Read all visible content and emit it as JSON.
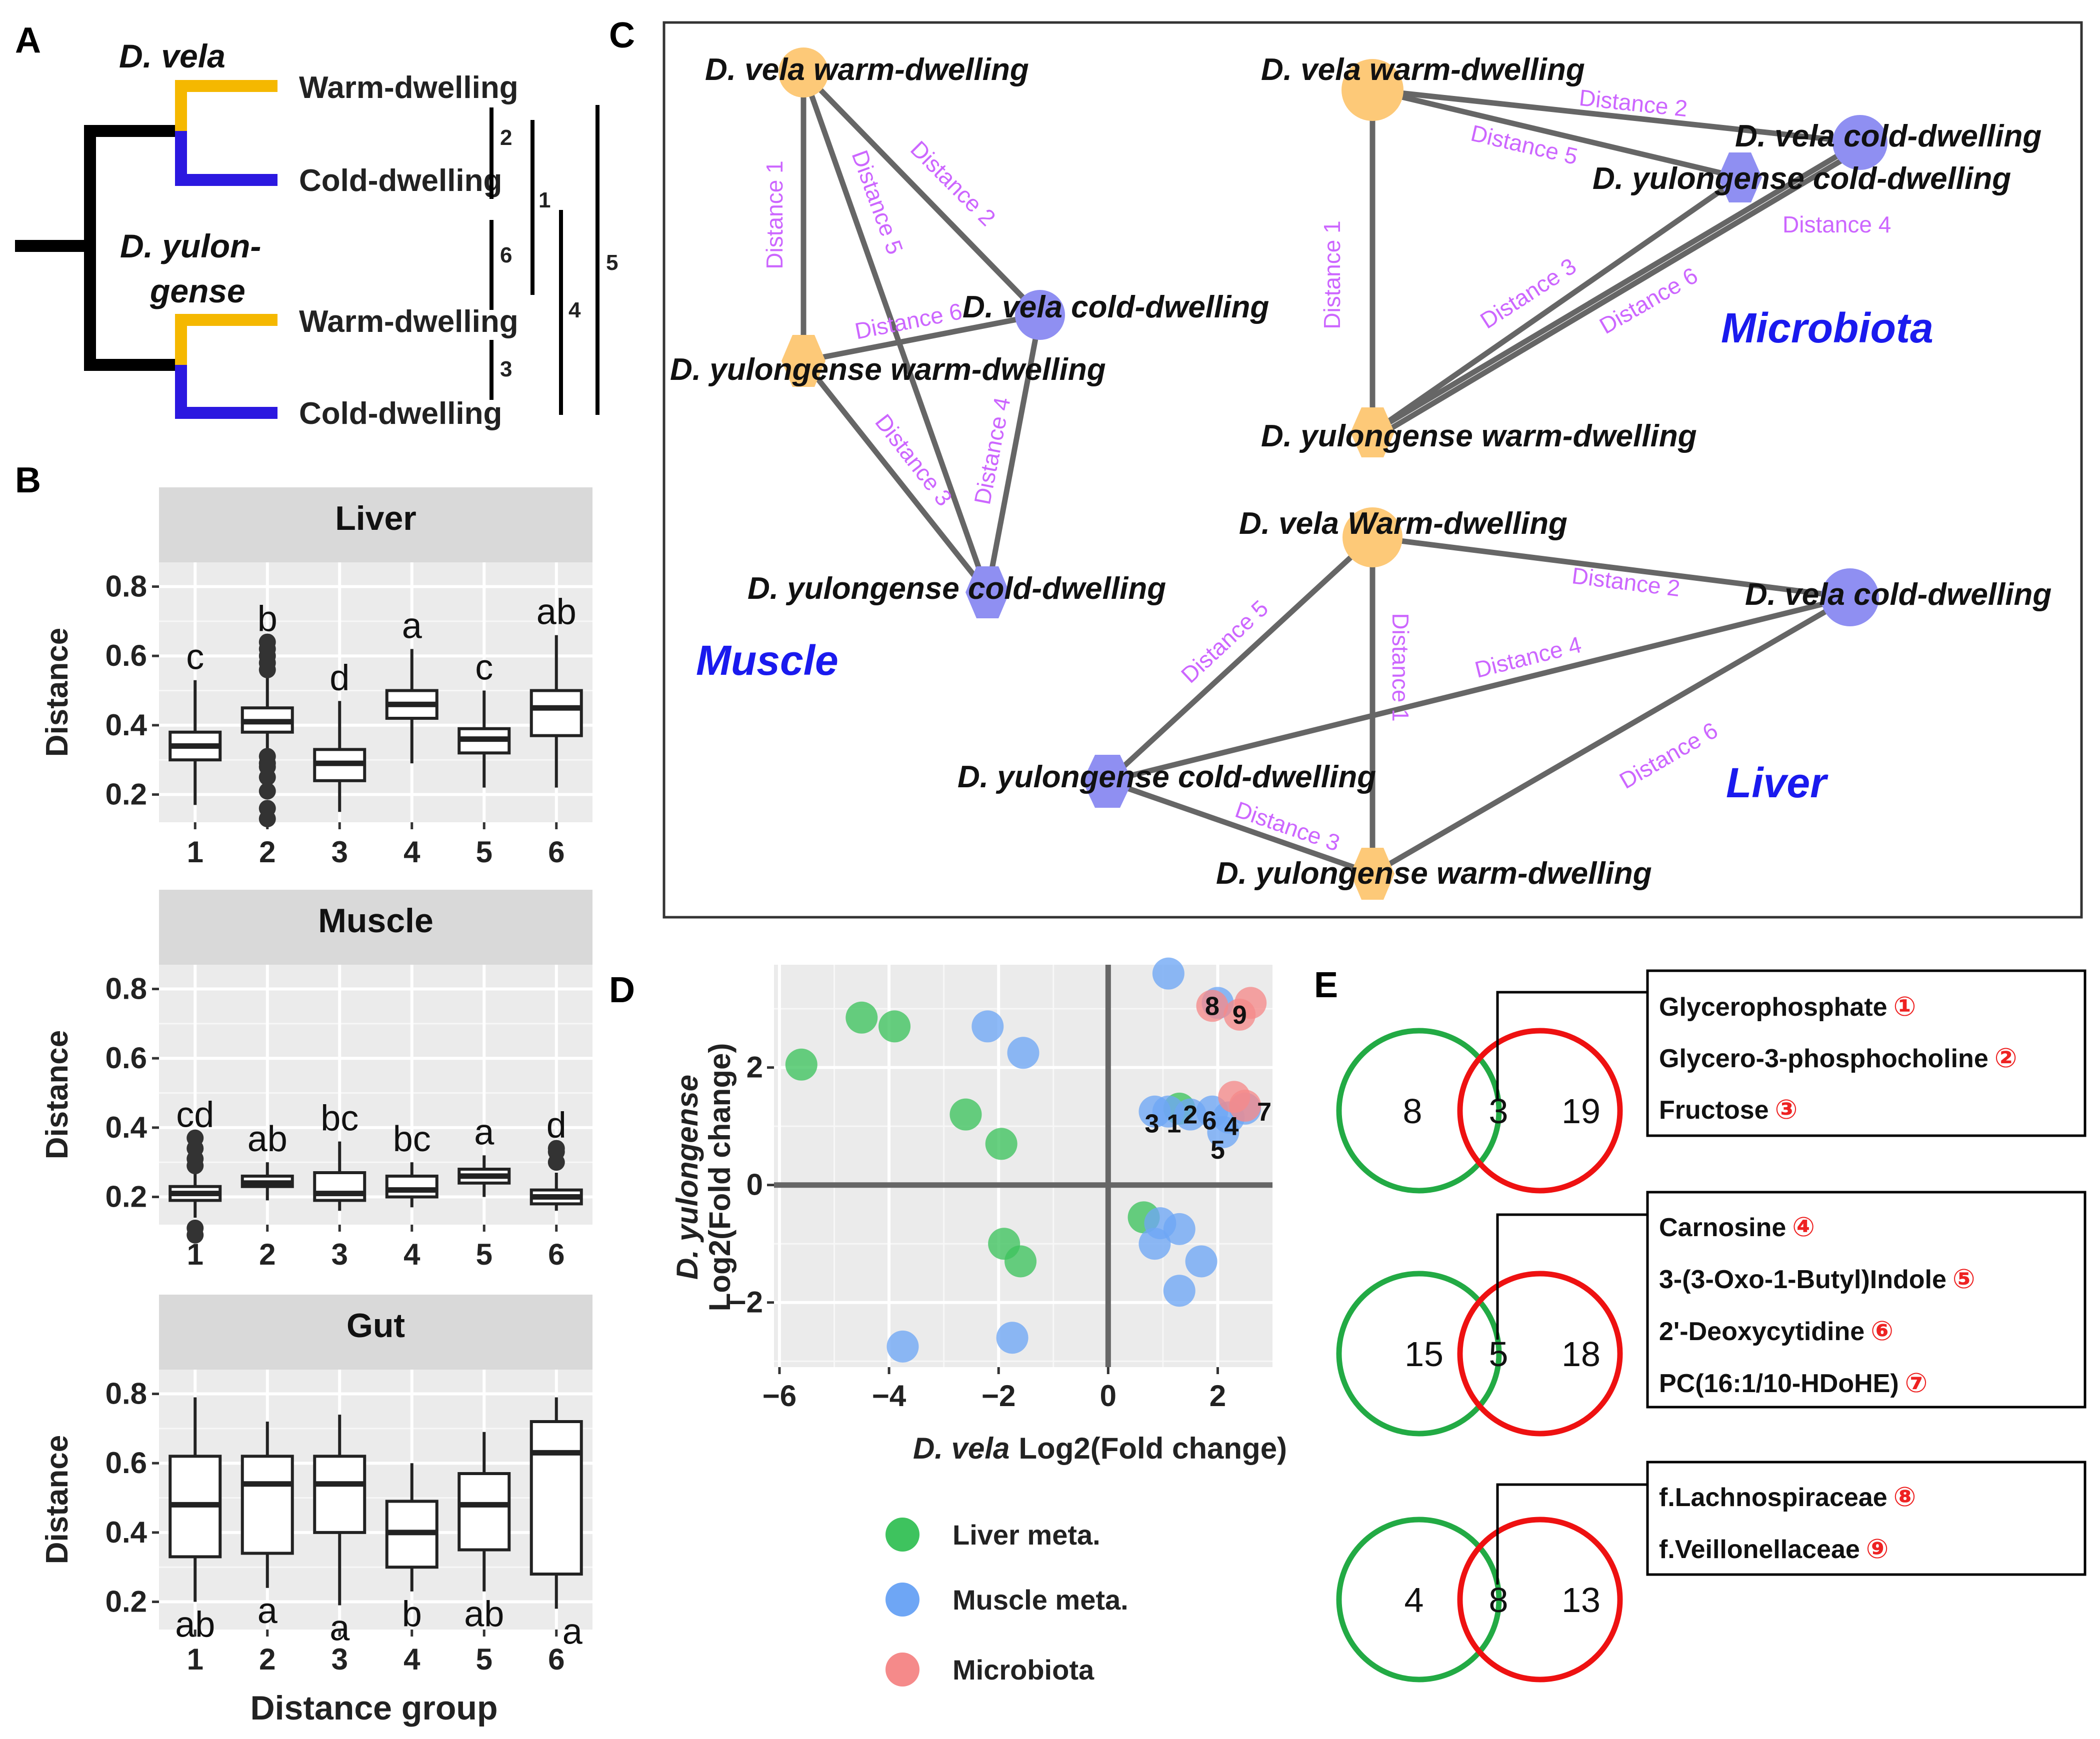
{
  "panel_labels": [
    "A",
    "B",
    "C",
    "D",
    "E"
  ],
  "tree": {
    "species_vela": "D. vela",
    "species_yulon_1": "D. yulon-",
    "species_yulon_2": "gense",
    "leaves": [
      "Warm-dwelling",
      "Cold-dwelling",
      "Warm-dwelling",
      "Cold-dwelling"
    ],
    "brackets": [
      "2",
      "6",
      "3",
      "1",
      "4",
      "5"
    ],
    "colors": {
      "warm": "#f5b800",
      "cold": "#2b18e0",
      "root": "#000000"
    }
  },
  "chart_data": [
    {
      "type": "box",
      "title": "Liver",
      "ylabel": "Distance",
      "categories": [
        "1",
        "2",
        "3",
        "4",
        "5",
        "6"
      ],
      "ylim": [
        0.12,
        0.87
      ],
      "yticks": [
        "0.2",
        "0.4",
        "0.6",
        "0.8"
      ],
      "boxes": [
        {
          "min": 0.17,
          "q1": 0.3,
          "median": 0.34,
          "q3": 0.38,
          "max": 0.53,
          "outliers": []
        },
        {
          "min": 0.24,
          "q1": 0.38,
          "median": 0.41,
          "q3": 0.45,
          "max": 0.55,
          "outliers": [
            0.13,
            0.16,
            0.21,
            0.25,
            0.28,
            0.29,
            0.31,
            0.56,
            0.58,
            0.6,
            0.62,
            0.64
          ]
        },
        {
          "min": 0.15,
          "q1": 0.24,
          "median": 0.29,
          "q3": 0.33,
          "max": 0.47,
          "outliers": []
        },
        {
          "min": 0.29,
          "q1": 0.42,
          "median": 0.46,
          "q3": 0.5,
          "max": 0.62,
          "outliers": []
        },
        {
          "min": 0.22,
          "q1": 0.32,
          "median": 0.36,
          "q3": 0.39,
          "max": 0.5,
          "outliers": []
        },
        {
          "min": 0.22,
          "q1": 0.37,
          "median": 0.45,
          "q3": 0.5,
          "max": 0.66,
          "outliers": []
        }
      ],
      "letters": [
        "c",
        "b",
        "d",
        "a",
        "c",
        "ab"
      ]
    },
    {
      "type": "box",
      "title": "Muscle",
      "ylabel": "Distance",
      "categories": [
        "1",
        "2",
        "3",
        "4",
        "5",
        "6"
      ],
      "ylim": [
        0.12,
        0.87
      ],
      "yticks": [
        "0.2",
        "0.4",
        "0.6",
        "0.8"
      ],
      "boxes": [
        {
          "min": 0.14,
          "q1": 0.19,
          "median": 0.21,
          "q3": 0.23,
          "max": 0.27,
          "outliers": [
            0.09,
            0.11,
            0.29,
            0.31,
            0.34,
            0.37
          ]
        },
        {
          "min": 0.19,
          "q1": 0.23,
          "median": 0.24,
          "q3": 0.26,
          "max": 0.3,
          "outliers": []
        },
        {
          "min": 0.16,
          "q1": 0.19,
          "median": 0.21,
          "q3": 0.27,
          "max": 0.36,
          "outliers": []
        },
        {
          "min": 0.17,
          "q1": 0.2,
          "median": 0.22,
          "q3": 0.26,
          "max": 0.3,
          "outliers": []
        },
        {
          "min": 0.2,
          "q1": 0.24,
          "median": 0.26,
          "q3": 0.28,
          "max": 0.32,
          "outliers": []
        },
        {
          "min": 0.16,
          "q1": 0.18,
          "median": 0.2,
          "q3": 0.22,
          "max": 0.27,
          "outliers": [
            0.3,
            0.33,
            0.34
          ]
        }
      ],
      "letters": [
        "cd",
        "ab",
        "bc",
        "bc",
        "a",
        "d"
      ]
    },
    {
      "type": "box",
      "title": "Gut",
      "ylabel": "Distance",
      "categories": [
        "1",
        "2",
        "3",
        "4",
        "5",
        "6"
      ],
      "ylim": [
        0.12,
        0.87
      ],
      "yticks": [
        "0.2",
        "0.4",
        "0.6",
        "0.8"
      ],
      "boxes": [
        {
          "min": 0.2,
          "q1": 0.33,
          "median": 0.48,
          "q3": 0.62,
          "max": 0.79,
          "outliers": []
        },
        {
          "min": 0.24,
          "q1": 0.34,
          "median": 0.54,
          "q3": 0.62,
          "max": 0.72,
          "outliers": []
        },
        {
          "min": 0.19,
          "q1": 0.4,
          "median": 0.54,
          "q3": 0.62,
          "max": 0.74,
          "outliers": []
        },
        {
          "min": 0.23,
          "q1": 0.3,
          "median": 0.4,
          "q3": 0.49,
          "max": 0.6,
          "outliers": []
        },
        {
          "min": 0.23,
          "q1": 0.35,
          "median": 0.48,
          "q3": 0.57,
          "max": 0.69,
          "outliers": []
        },
        {
          "min": 0.18,
          "q1": 0.28,
          "median": 0.63,
          "q3": 0.72,
          "max": 0.79,
          "outliers": []
        }
      ],
      "letters": [
        "ab",
        "a",
        "a",
        "b",
        "ab",
        "a"
      ]
    },
    {
      "type": "scatter",
      "xlabel_italic": "D. vela",
      "xlabel": "Log2(Fold change)",
      "ylabel_italic": "D. yulongense",
      "ylabel": "Log2(Fold change)",
      "xlim": [
        -6.1,
        3.0
      ],
      "ylim": [
        -3.1,
        3.75
      ],
      "xticks": [
        -6,
        -4,
        -2,
        0,
        2
      ],
      "yticks": [
        -2,
        0,
        2
      ],
      "tick_labels": {
        "x": [
          "−6",
          "−4",
          "−2",
          "0",
          "2"
        ],
        "y": [
          "−2",
          "0",
          "2"
        ]
      },
      "series": [
        {
          "name": "Liver meta.",
          "color": "#3ec35e",
          "points": [
            [
              -5.6,
              2.05
            ],
            [
              -4.5,
              2.85
            ],
            [
              -3.9,
              2.7
            ],
            [
              -2.6,
              1.2
            ],
            [
              -1.95,
              0.7
            ],
            [
              -1.9,
              -1.0
            ],
            [
              -1.6,
              -1.3
            ],
            [
              0.65,
              -0.55
            ],
            [
              1.3,
              1.3
            ]
          ]
        },
        {
          "name": "Muscle meta.",
          "color": "#6ea6f5",
          "points": [
            [
              -2.2,
              2.7
            ],
            [
              -1.55,
              2.25
            ],
            [
              -3.75,
              -2.75
            ],
            [
              -1.75,
              -2.6
            ],
            [
              1.1,
              3.6
            ],
            [
              2.0,
              3.1
            ],
            [
              0.85,
              -1.0
            ],
            [
              0.95,
              -0.65
            ],
            [
              1.3,
              -0.75
            ],
            [
              1.7,
              -1.3
            ],
            [
              1.3,
              -1.8
            ],
            [
              0.85,
              1.25
            ],
            [
              1.1,
              1.25
            ],
            [
              1.5,
              1.2
            ],
            [
              1.9,
              1.25
            ],
            [
              2.2,
              1.15
            ],
            [
              2.1,
              0.9
            ],
            [
              2.5,
              1.3
            ]
          ]
        },
        {
          "name": "Microbiota",
          "color": "#f58a8a",
          "points": [
            [
              1.9,
              3.05
            ],
            [
              2.4,
              2.9
            ],
            [
              2.6,
              3.1
            ],
            [
              2.3,
              1.5
            ],
            [
              2.5,
              1.35
            ]
          ]
        }
      ],
      "point_labels": [
        {
          "text": "8",
          "x": 1.9,
          "y": 3.05
        },
        {
          "text": "9",
          "x": 2.4,
          "y": 2.9
        },
        {
          "text": "3",
          "x": 0.8,
          "y": 1.05
        },
        {
          "text": "1",
          "x": 1.2,
          "y": 1.05
        },
        {
          "text": "2",
          "x": 1.5,
          "y": 1.2
        },
        {
          "text": "6",
          "x": 1.85,
          "y": 1.1
        },
        {
          "text": "4",
          "x": 2.25,
          "y": 1.0
        },
        {
          "text": "7",
          "x": 2.85,
          "y": 1.25
        },
        {
          "text": "5",
          "x": 2.0,
          "y": 0.6
        }
      ]
    }
  ],
  "networks": {
    "muscle": {
      "tissue": "Muscle",
      "nodes": [
        "D. vela  warm-dwelling",
        "D. vela cold-dwelling",
        "D. yulongense  warm-dwelling",
        "D. yulongense cold-dwelling"
      ],
      "edges": [
        "Distance 1",
        "Distance 2",
        "Distance 3",
        "Distance 4",
        "Distance 5",
        "Distance 6"
      ]
    },
    "microbiota": {
      "tissue": "Microbiota",
      "nodes": [
        "D. vela  warm-dwelling",
        "D. vela cold-dwelling",
        "D. yulongense cold-dwelling",
        "D. yulongense  warm-dwelling"
      ],
      "edges": [
        "Distance 1",
        "Distance 2",
        "Distance 3",
        "Distance 4",
        "Distance 5",
        "Distance 6"
      ]
    },
    "liver": {
      "tissue": "Liver",
      "nodes": [
        "D. vela Warm-dwelling",
        "D. vela cold-dwelling",
        "D. yulongense cold-dwelling",
        "D. yulongense warm-dwelling"
      ],
      "edges": [
        "Distance 1",
        "Distance 2",
        "Distance 3",
        "Distance 4",
        "Distance 5",
        "Distance 6"
      ]
    }
  },
  "venn": [
    {
      "left": "8",
      "middle": "3",
      "right": "19",
      "items": [
        {
          "name": "Glycerophosphate",
          "mark": "①"
        },
        {
          "name": "Glycero-3-phosphocholine",
          "mark": "②"
        },
        {
          "name": "Fructose",
          "mark": "③"
        }
      ]
    },
    {
      "left": "15",
      "middle": "5",
      "right": "18",
      "items": [
        {
          "name": "Carnosine",
          "mark": "④"
        },
        {
          "name": "3-(3-Oxo-1-Butyl)Indole",
          "mark": "⑤"
        },
        {
          "name": "2'-Deoxycytidine",
          "mark": "⑥"
        },
        {
          "name": "PC(16:1/10-HDoHE)",
          "mark": "⑦"
        }
      ]
    },
    {
      "left": "4",
      "middle": "8",
      "right": "13",
      "items": [
        {
          "name": "f.Lachnospiraceae",
          "mark": "⑧"
        },
        {
          "name": "f.Veillonellaceae",
          "mark": "⑨"
        }
      ]
    }
  ],
  "xlabel_B": "Distance group",
  "colors": {
    "warm_node": "#fdc978",
    "cold_node": "#8f8ff2",
    "edge": "#666666",
    "edge_label": "#cc66ff",
    "tissue_label": "#1a1aee",
    "venn_left": "#22aa44",
    "venn_right": "#ee1111",
    "panel_bg": "#ebebeb",
    "strip_bg": "#d9d9d9"
  }
}
